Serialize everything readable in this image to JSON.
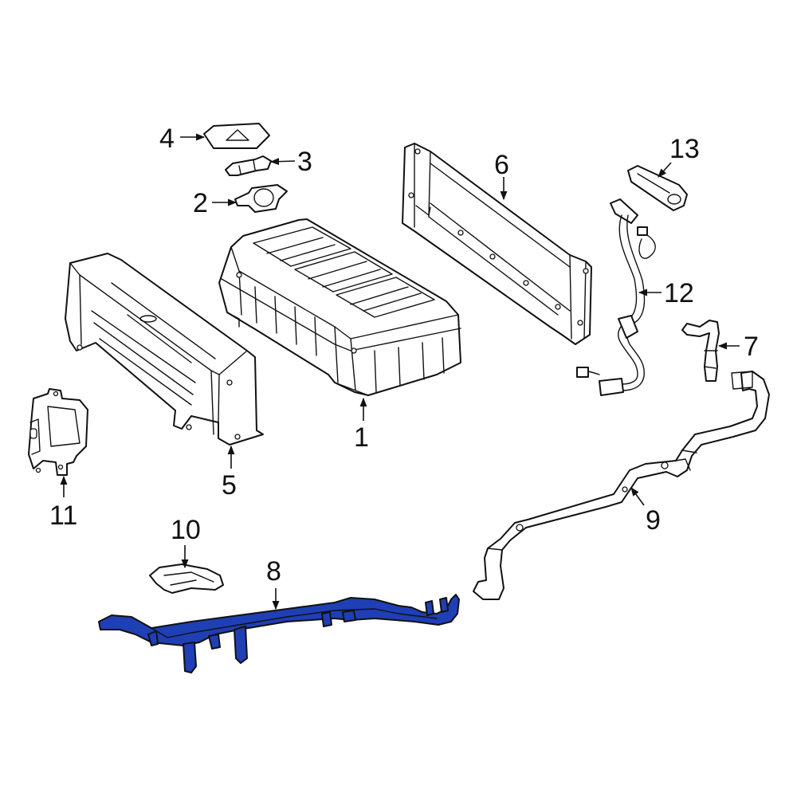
{
  "callouts": {
    "c1": "1",
    "c2": "2",
    "c3": "3",
    "c4": "4",
    "c5": "5",
    "c6": "6",
    "c7": "7",
    "c8": "8",
    "c9": "9",
    "c10": "10",
    "c11": "11",
    "c12": "12",
    "c13": "13"
  },
  "highlight_color": "#1f3fb5"
}
